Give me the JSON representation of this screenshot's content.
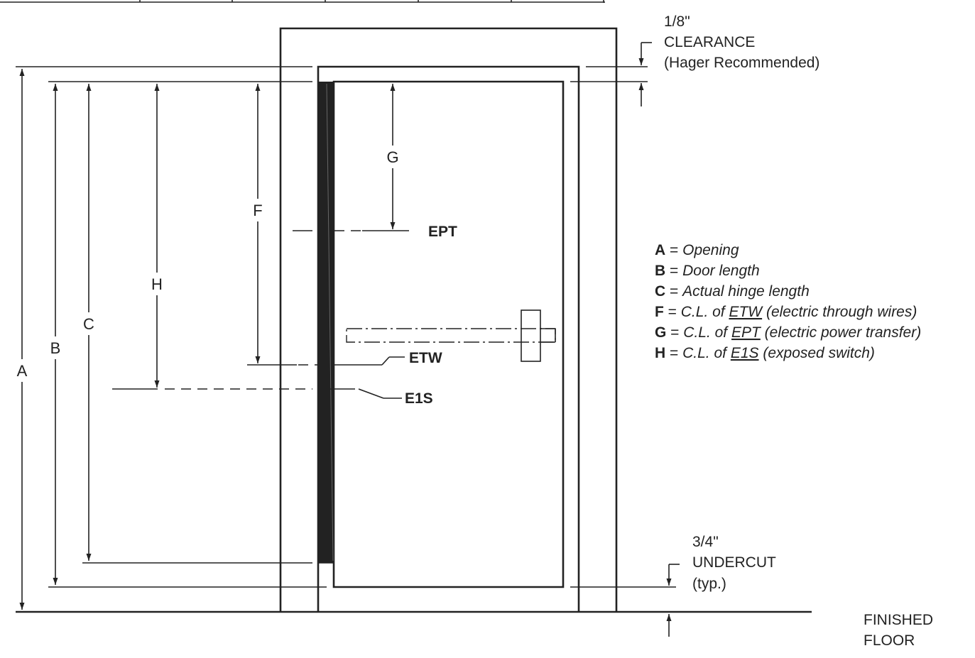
{
  "dimensions": {
    "a": "A",
    "b": "B",
    "c": "C",
    "f": "F",
    "g": "G",
    "h": "H"
  },
  "notes": {
    "clearance": [
      "1/8\"",
      "CLEARANCE",
      "(Hager Recommended)"
    ],
    "undercut": [
      "3/4\"",
      "UNDERCUT",
      "(typ.)"
    ],
    "floor": [
      "FINISHED",
      "FLOOR"
    ]
  },
  "tags": {
    "ept": "EPT",
    "etw": "ETW",
    "e1s": "E1S"
  },
  "legend": [
    {
      "key": "A",
      "eq": " = ",
      "text": "Opening",
      "ref": "",
      "after": ""
    },
    {
      "key": "B",
      "eq": " = ",
      "text": "Door length",
      "ref": "",
      "after": ""
    },
    {
      "key": "C",
      "eq": " = ",
      "text": "Actual hinge length",
      "ref": "",
      "after": ""
    },
    {
      "key": "F",
      "eq": " = ",
      "text": "C.L. of ",
      "ref": "ETW",
      "after": " (electric through wires)"
    },
    {
      "key": "G",
      "eq": " = ",
      "text": "C.L. of ",
      "ref": "EPT",
      "after": " (electric power transfer)"
    },
    {
      "key": "H",
      "eq": " = ",
      "text": "C.L. of ",
      "ref": "E1S",
      "after": " (exposed switch)"
    }
  ]
}
